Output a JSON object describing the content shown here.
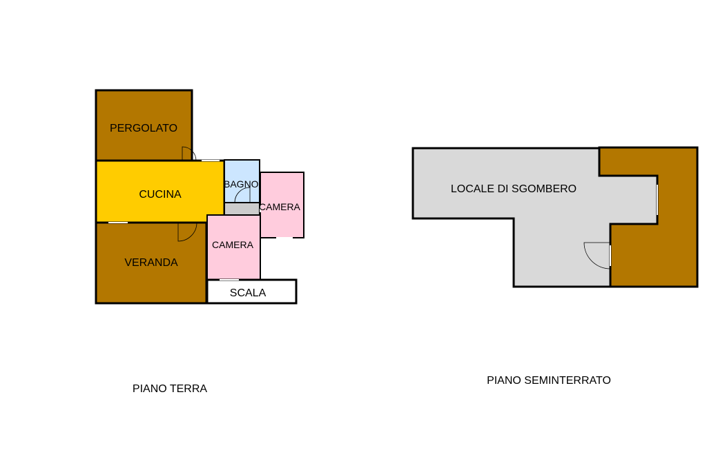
{
  "piano_terra": {
    "caption": "PIANO TERRA",
    "rooms": {
      "pergolato": "PERGOLATO",
      "cucina": "CUCINA",
      "veranda": "VERANDA",
      "bagno": "BAGNO",
      "camera_1": "CAMERA",
      "camera_2": "CAMERA",
      "scala": "SCALA"
    }
  },
  "piano_seminterrato": {
    "caption": "PIANO SEMINTERRATO",
    "rooms": {
      "locale": "LOCALE DI SGOMBERO"
    }
  },
  "colors": {
    "terrace": "#b37700",
    "kitchen": "#ffcc00",
    "bath": "#cce6ff",
    "bedroom": "#ffccdd",
    "storage": "#d9d9d9",
    "corridor": "#cccccc",
    "stair": "#ffffff"
  }
}
